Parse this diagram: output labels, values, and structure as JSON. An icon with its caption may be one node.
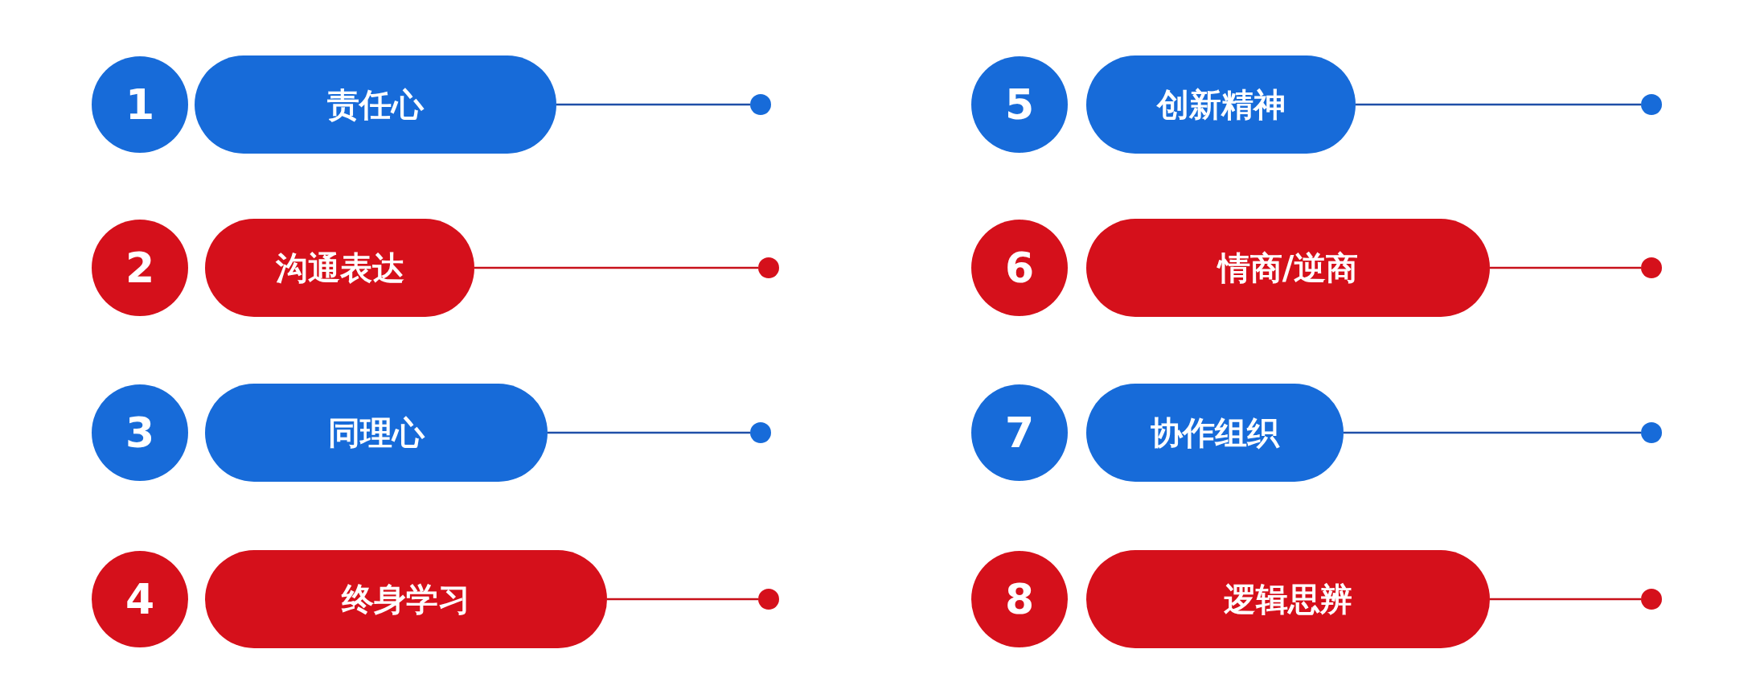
{
  "diagram": {
    "nodes": [
      {
        "text": [
          "1"
        ]
      },
      {
        "text": [
          "责任心"
        ]
      },
      {
        "text": [],
        "shape": "circle"
      },
      {
        "text": [
          "2"
        ]
      },
      {
        "text": [
          "沟通表达"
        ]
      },
      {
        "text": [],
        "shape": "circle"
      },
      {
        "text": [
          "3"
        ]
      },
      {
        "text": [
          "同理心"
        ]
      },
      {
        "text": [],
        "shape": "circle"
      },
      {
        "text": [
          "4"
        ]
      },
      {
        "text": [
          "终身学习"
        ]
      },
      {
        "text": [],
        "shape": "circle"
      },
      {
        "text": [
          "5"
        ]
      },
      {
        "text": [
          "创新精神"
        ]
      },
      {
        "text": [],
        "shape": "circle"
      },
      {
        "text": [
          "6"
        ]
      },
      {
        "text": [
          "情商/逆商"
        ]
      },
      {
        "text": [],
        "shape": "circle"
      },
      {
        "text": [
          "7"
        ]
      },
      {
        "text": [
          "协作组织"
        ]
      },
      {
        "text": [],
        "shape": "circle"
      },
      {
        "text": [
          "8"
        ]
      },
      {
        "text": [
          "逻辑思辨"
        ]
      },
      {
        "text": [],
        "shape": "circle"
      }
    ],
    "edges": [
      {
        "from": 1,
        "to": 2,
        "arrow": "none",
        "color": "#1f4fa8"
      },
      {
        "from": 4,
        "to": 5,
        "arrow": "none",
        "color": "#c8101a"
      },
      {
        "from": 7,
        "to": 8,
        "arrow": "none",
        "color": "#1f4fa8"
      },
      {
        "from": 10,
        "to": 11,
        "arrow": "none",
        "color": "#c8101a"
      },
      {
        "from": 13,
        "to": 14,
        "arrow": "none",
        "color": "#1f4fa8"
      },
      {
        "from": 16,
        "to": 17,
        "arrow": "none",
        "color": "#c8101a"
      },
      {
        "from": 19,
        "to": 20,
        "arrow": "none",
        "color": "#1f4fa8"
      },
      {
        "from": 22,
        "to": 23,
        "arrow": "none",
        "color": "#c8101a"
      }
    ]
  }
}
